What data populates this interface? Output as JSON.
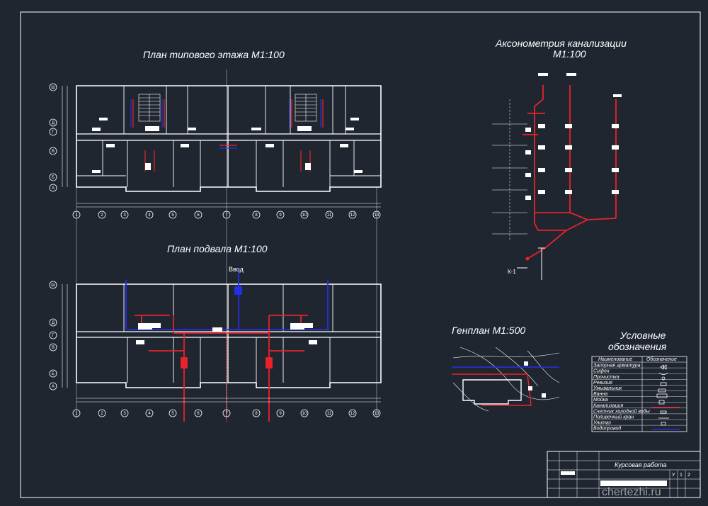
{
  "titles": {
    "typical_floor": "План типового этажа М1:100",
    "basement": "План подвала М1:100",
    "axonometry_line1": "Аксонометрия канализации",
    "axonometry_line2": "М1:100",
    "genplan": "Генплан М1:500",
    "legend_line1": "Условные",
    "legend_line2": "обозначения"
  },
  "labels": {
    "vvod": "Ввод",
    "riser_k": "К-1"
  },
  "axis_numbers": [
    "1",
    "2",
    "3",
    "4",
    "5",
    "6",
    "7",
    "8",
    "9",
    "10",
    "11",
    "12",
    "13"
  ],
  "axis_letters": [
    "Ш",
    "Д",
    "Г",
    "В",
    "Б",
    "А"
  ],
  "legend": {
    "header_name": "Наименование",
    "header_symbol": "Обозначение",
    "rows": [
      "Запорная арматура",
      "Сифон",
      "Прочистка",
      "Ревизия",
      "Умывальник",
      "Ванна",
      "Мойка",
      "Канализация",
      "Счетчик холодной воды",
      "Поливочный кран",
      "Унитаз",
      "Водопровод"
    ]
  },
  "stamp": {
    "title": "Курсовая работа",
    "cell_u": "У",
    "cell_1": "1",
    "cell_2": "2"
  },
  "watermark": "chertezhi.ru",
  "colors": {
    "background": "#1f2630",
    "lines": "#ffffff",
    "sewer": "#e8232a",
    "water": "#2430e6"
  }
}
